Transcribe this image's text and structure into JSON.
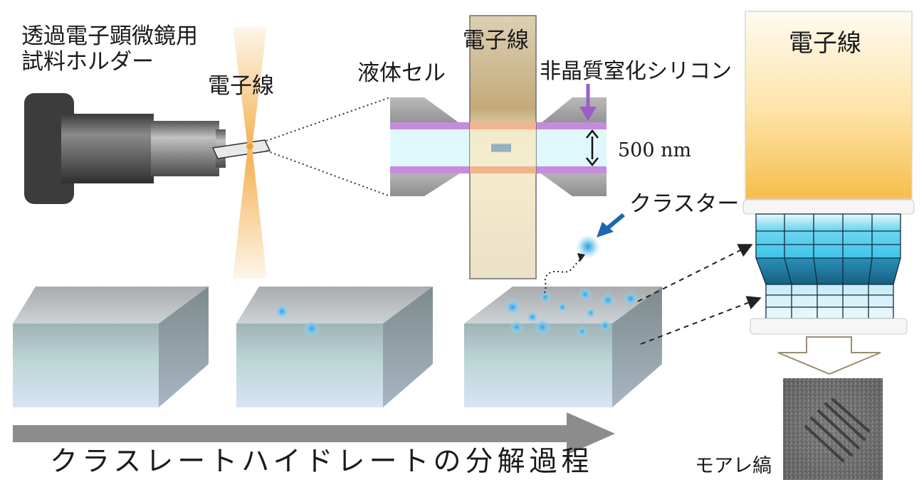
{
  "labels": {
    "holder_line1": "透過電子顕微鏡用",
    "holder_line2": "試料ホルダー",
    "beam_left": "電子線",
    "liquid_cell": "液体セル",
    "beam_center": "電子線",
    "membrane": "非晶質窒化シリコン",
    "thickness": "500 nm",
    "cluster": "クラスター",
    "beam_right": "電子線",
    "moire": "モアレ縞",
    "process": "クラスレートハイドレートの分解過程"
  },
  "colors": {
    "beam_amber": "#f4b860",
    "membrane_purple": "#c58bdc",
    "liquid_cyan": "#dff8fb",
    "cluster_blue": "#3aa9e3",
    "arrow_gray": "#8c8c8c",
    "holder_gray": "#8a8a8a",
    "lattice_light": "#d3f0fa",
    "lattice_mid": "#5fd3ee",
    "lattice_dark": "#1b6a8f"
  },
  "icons": {
    "membrane_pointer": "down-arrow-icon",
    "thickness_marker": "double-arrow-icon",
    "cluster_pointer": "arrow-icon",
    "process_arrow": "right-arrow-icon",
    "output_arrow": "hollow-down-arrow-icon"
  }
}
